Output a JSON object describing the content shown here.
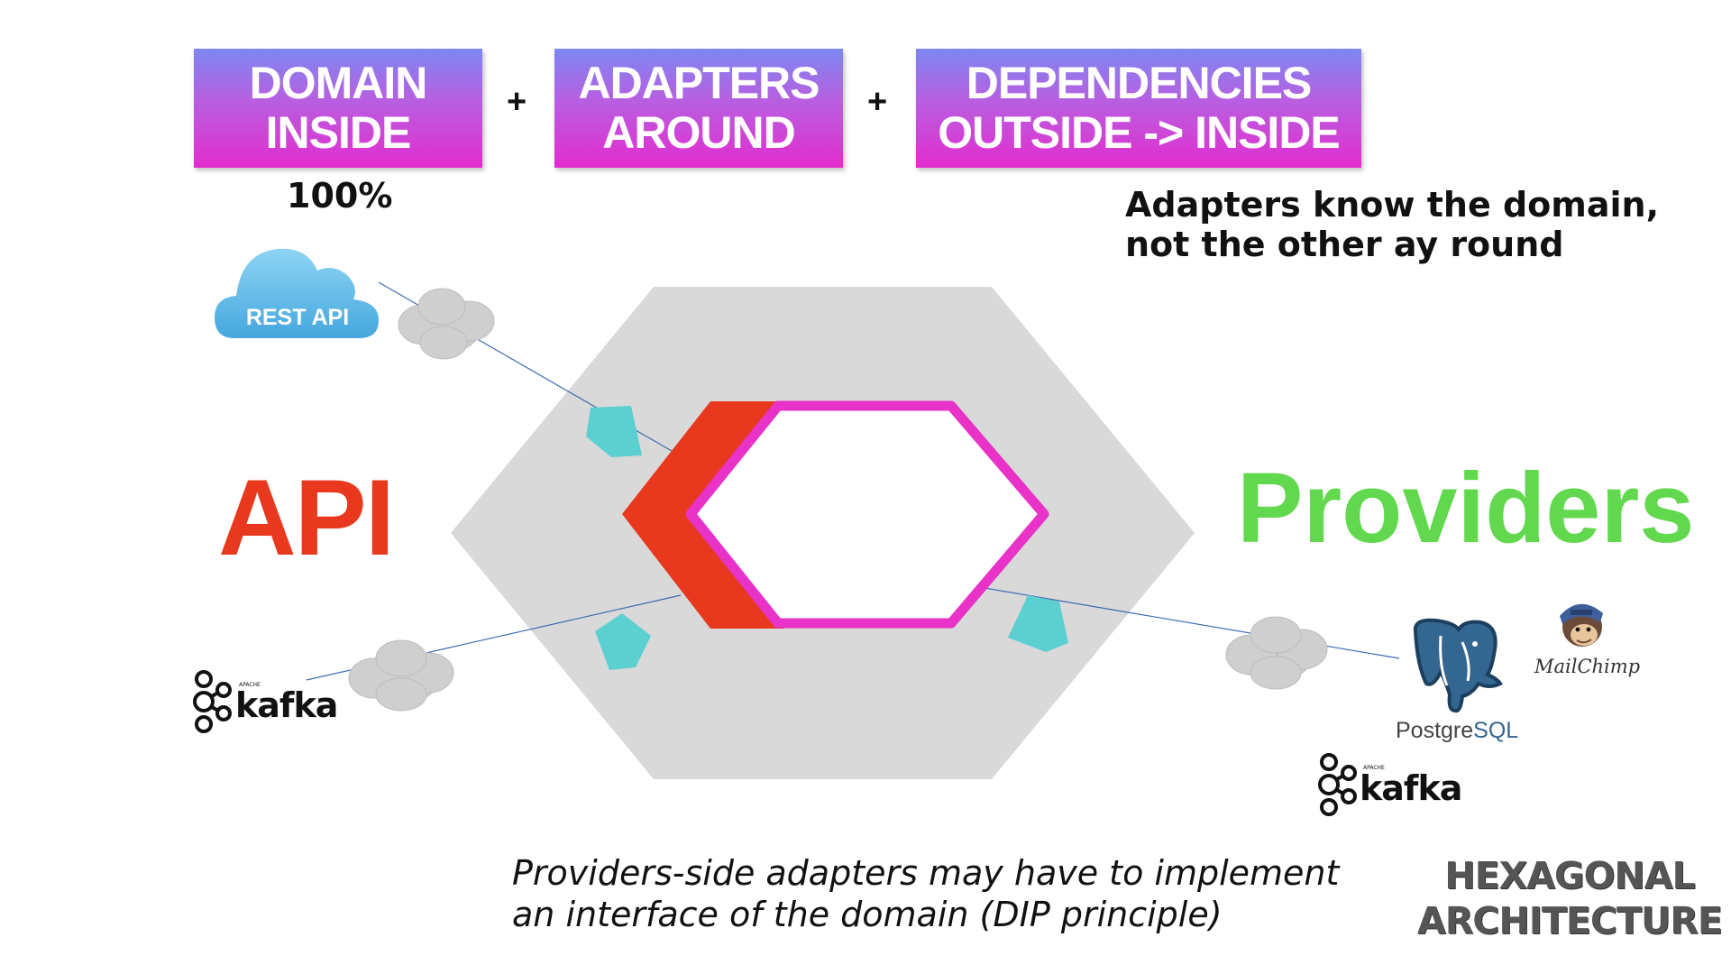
{
  "top_boxes": [
    {
      "line1": "DOMAIN",
      "line2": "INSIDE"
    },
    {
      "line1": "ADAPTERS",
      "line2": "AROUND"
    },
    {
      "line1": "DEPENDENCIES",
      "line2": "OUTSIDE -> INSIDE"
    }
  ],
  "plus_sign": "+",
  "percent": "100%",
  "adapters_note": {
    "line1": "Adapters know the domain,",
    "line2": "not the other ay round"
  },
  "api_label": "API",
  "providers_label": "Providers",
  "providers_note": {
    "line1": "Providers-side adapters may have to implement",
    "line2": "an interface of the domain (DIP principle)"
  },
  "title": {
    "line1": "HEXAGONAL",
    "line2": "ARCHITECTURE"
  },
  "logos": {
    "rest_api": "REST API",
    "kafka": "kafka",
    "kafka_small": "APACHE",
    "postgres_part1": "Postgre",
    "postgres_part2": "SQL",
    "mailchimp": "MailChimp"
  },
  "colors": {
    "api": "#e8391f",
    "providers": "#62d84e",
    "domain_border": "#e832c8",
    "hexagon": "#d9d9d9",
    "adapter": "#5ccfd0"
  }
}
